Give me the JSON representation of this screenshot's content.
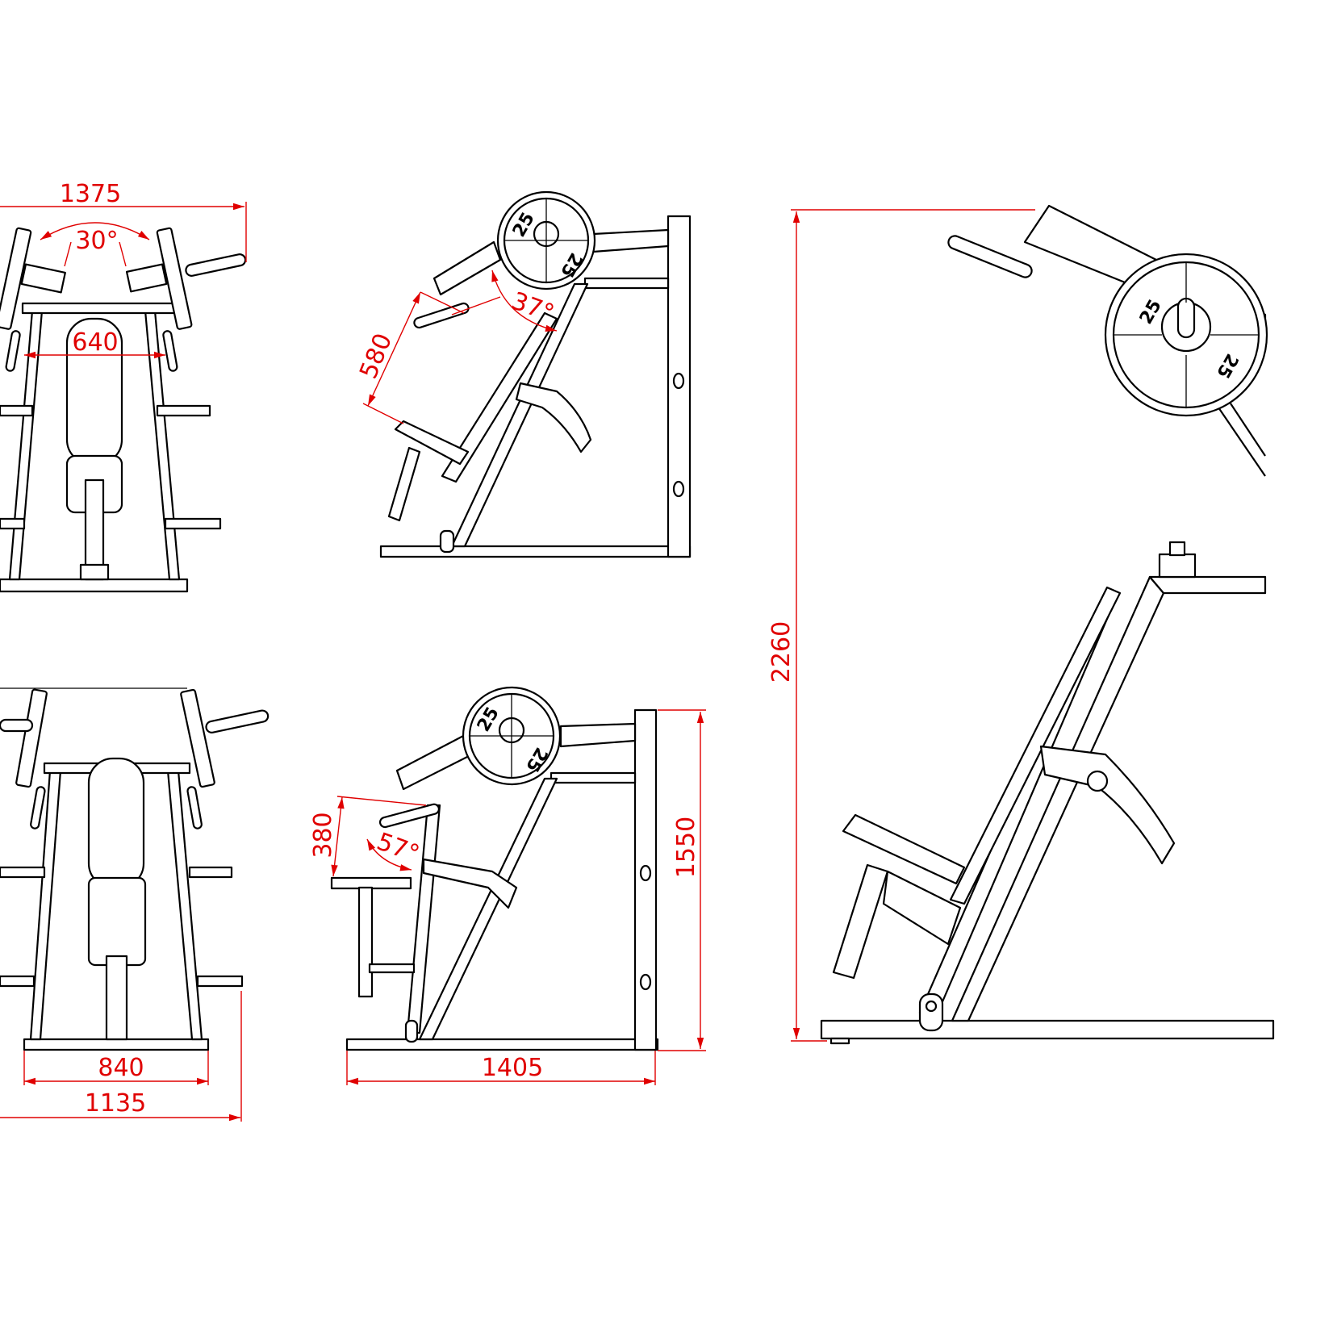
{
  "colors": {
    "line": "#000000",
    "dimension": "#e00000",
    "background": "#ffffff"
  },
  "plate_label": "25",
  "views": {
    "front_top": {
      "width_label": "1375",
      "angle_label": "30°",
      "inner_label": "640"
    },
    "side_top": {
      "arm_label": "580",
      "angle_label": "37°"
    },
    "perspective": {
      "height_label": "2260"
    },
    "front_bottom": {
      "base_label": "840",
      "width_label": "1135"
    },
    "side_bottom": {
      "seat_label": "380",
      "angle_label": "57°",
      "height_label": "1550",
      "length_label": "1405"
    }
  }
}
